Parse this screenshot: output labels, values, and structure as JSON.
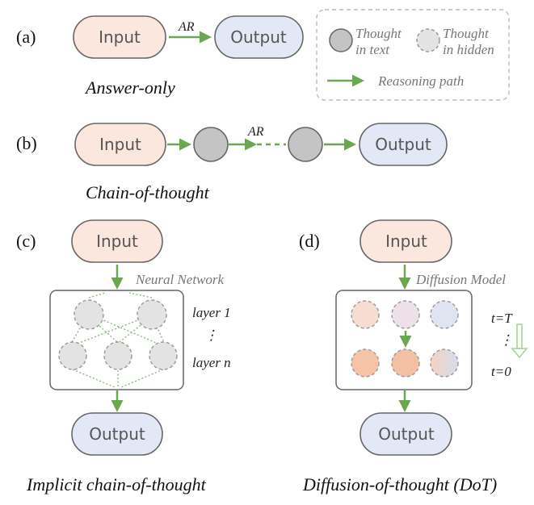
{
  "panels": {
    "a": {
      "label": "(a)",
      "input": "Input",
      "output": "Output",
      "edge_label": "AR",
      "caption": "Answer-only"
    },
    "b": {
      "label": "(b)",
      "input": "Input",
      "output": "Output",
      "edge_label": "AR",
      "caption": "Chain-of-thought"
    },
    "c": {
      "label": "(c)",
      "input": "Input",
      "output": "Output",
      "network_label": "Neural Network",
      "layer_top": "layer 1",
      "layer_dots": "⋮",
      "layer_bottom": "layer n",
      "caption": "Implicit chain-of-thought"
    },
    "d": {
      "label": "(d)",
      "input": "Input",
      "output": "Output",
      "model_label": "Diffusion Model",
      "t_top": "t=T",
      "t_dots": "⋮",
      "t_bottom": "t=0",
      "caption": "Diffusion-of-thought (DoT)"
    }
  },
  "legend": {
    "thought_text_line1": "Thought",
    "thought_text_line2": "in text",
    "thought_hidden_line1": "Thought",
    "thought_hidden_line2": "in hidden",
    "reasoning_path": "Reasoning path"
  },
  "colors": {
    "input_fill": "#fbe7dd",
    "output_fill": "#e2e8f5",
    "node_stroke": "#666666",
    "arrow_green": "#6aa84f",
    "dot_green": "#7fb870",
    "gray_node": "#c4c4c4",
    "hidden_node": "#e3e3e3"
  }
}
